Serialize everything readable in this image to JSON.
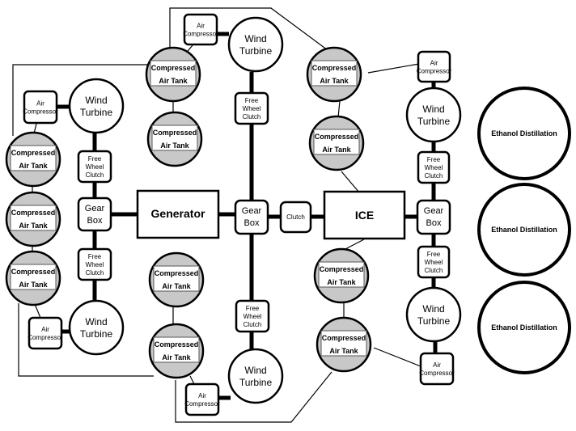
{
  "diagram": {
    "labels": {
      "wind_turbine": [
        "Wind",
        "Turbine"
      ],
      "air_compressor": [
        "Air",
        "Compressor"
      ],
      "compressed_air_tank": [
        "Compressed",
        "Air Tank"
      ],
      "free_wheel_clutch": [
        "Free",
        "Wheel",
        "Clutch"
      ],
      "gear_box": [
        "Gear",
        "Box"
      ],
      "generator": "Generator",
      "clutch": "Clutch",
      "ice": "ICE",
      "ethanol_distillation": "Ethanol Distillation"
    },
    "colors": {
      "tank_fill": "#c8c8c8",
      "stroke": "#000000",
      "background": "#ffffff"
    }
  }
}
